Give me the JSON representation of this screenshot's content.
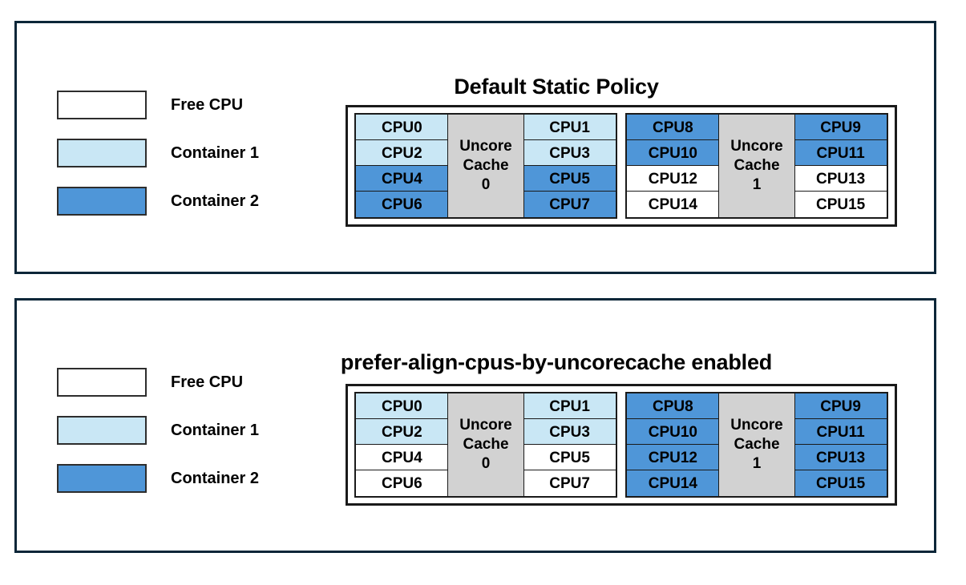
{
  "colors": {
    "panel_border": "#0b2638",
    "free_cpu": "#ffffff",
    "container_1": "#c9e7f5",
    "container_2": "#4f96d8",
    "cache_block": "#d2d2d2",
    "cell_border": "#1a1a1a",
    "text": "#000000"
  },
  "legend": {
    "items": [
      {
        "label": "Free CPU",
        "fill": "#ffffff"
      },
      {
        "label": "Container 1",
        "fill": "#c9e7f5"
      },
      {
        "label": "Container 2",
        "fill": "#4f96d8"
      }
    ]
  },
  "panels": [
    {
      "title": "Default Static Policy",
      "groups": [
        {
          "cache_name": "Uncore",
          "cache_sub": "Cache",
          "cache_index": "0",
          "left_column": [
            {
              "label": "CPU0",
              "fill": "#c9e7f5",
              "owner": "Container 1"
            },
            {
              "label": "CPU2",
              "fill": "#c9e7f5",
              "owner": "Container 1"
            },
            {
              "label": "CPU4",
              "fill": "#4f96d8",
              "owner": "Container 2"
            },
            {
              "label": "CPU6",
              "fill": "#4f96d8",
              "owner": "Container 2"
            }
          ],
          "right_column": [
            {
              "label": "CPU1",
              "fill": "#c9e7f5",
              "owner": "Container 1"
            },
            {
              "label": "CPU3",
              "fill": "#c9e7f5",
              "owner": "Container 1"
            },
            {
              "label": "CPU5",
              "fill": "#4f96d8",
              "owner": "Container 2"
            },
            {
              "label": "CPU7",
              "fill": "#4f96d8",
              "owner": "Container 2"
            }
          ]
        },
        {
          "cache_name": "Uncore",
          "cache_sub": "Cache",
          "cache_index": "1",
          "left_column": [
            {
              "label": "CPU8",
              "fill": "#4f96d8",
              "owner": "Container 2"
            },
            {
              "label": "CPU10",
              "fill": "#4f96d8",
              "owner": "Container 2"
            },
            {
              "label": "CPU12",
              "fill": "#ffffff",
              "owner": "Free CPU"
            },
            {
              "label": "CPU14",
              "fill": "#ffffff",
              "owner": "Free CPU"
            }
          ],
          "right_column": [
            {
              "label": "CPU9",
              "fill": "#4f96d8",
              "owner": "Container 2"
            },
            {
              "label": "CPU11",
              "fill": "#4f96d8",
              "owner": "Container 2"
            },
            {
              "label": "CPU13",
              "fill": "#ffffff",
              "owner": "Free CPU"
            },
            {
              "label": "CPU15",
              "fill": "#ffffff",
              "owner": "Free CPU"
            }
          ]
        }
      ]
    },
    {
      "title": "prefer-align-cpus-by-uncorecache enabled",
      "groups": [
        {
          "cache_name": "Uncore",
          "cache_sub": "Cache",
          "cache_index": "0",
          "left_column": [
            {
              "label": "CPU0",
              "fill": "#c9e7f5",
              "owner": "Container 1"
            },
            {
              "label": "CPU2",
              "fill": "#c9e7f5",
              "owner": "Container 1"
            },
            {
              "label": "CPU4",
              "fill": "#ffffff",
              "owner": "Free CPU"
            },
            {
              "label": "CPU6",
              "fill": "#ffffff",
              "owner": "Free CPU"
            }
          ],
          "right_column": [
            {
              "label": "CPU1",
              "fill": "#c9e7f5",
              "owner": "Container 1"
            },
            {
              "label": "CPU3",
              "fill": "#c9e7f5",
              "owner": "Container 1"
            },
            {
              "label": "CPU5",
              "fill": "#ffffff",
              "owner": "Free CPU"
            },
            {
              "label": "CPU7",
              "fill": "#ffffff",
              "owner": "Free CPU"
            }
          ]
        },
        {
          "cache_name": "Uncore",
          "cache_sub": "Cache",
          "cache_index": "1",
          "left_column": [
            {
              "label": "CPU8",
              "fill": "#4f96d8",
              "owner": "Container 2"
            },
            {
              "label": "CPU10",
              "fill": "#4f96d8",
              "owner": "Container 2"
            },
            {
              "label": "CPU12",
              "fill": "#4f96d8",
              "owner": "Container 2"
            },
            {
              "label": "CPU14",
              "fill": "#4f96d8",
              "owner": "Container 2"
            }
          ],
          "right_column": [
            {
              "label": "CPU9",
              "fill": "#4f96d8",
              "owner": "Container 2"
            },
            {
              "label": "CPU11",
              "fill": "#4f96d8",
              "owner": "Container 2"
            },
            {
              "label": "CPU13",
              "fill": "#4f96d8",
              "owner": "Container 2"
            },
            {
              "label": "CPU15",
              "fill": "#4f96d8",
              "owner": "Container 2"
            }
          ]
        }
      ]
    }
  ]
}
